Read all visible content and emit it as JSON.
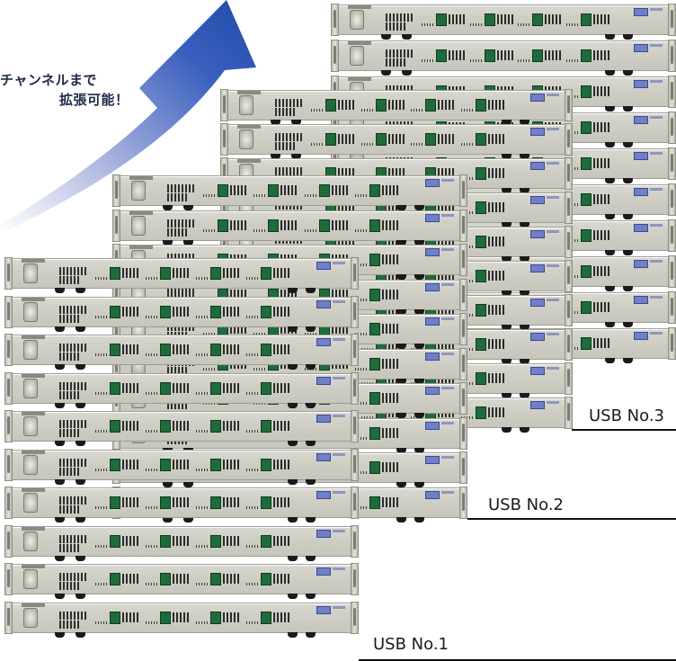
{
  "caption": {
    "line1": "チャンネルまで",
    "line2": "拡張可能！"
  },
  "usb_labels": [
    "USB No.1",
    "USB No.2",
    "USB No.3"
  ],
  "colors": {
    "arrow_dark": "#1e4ba8",
    "arrow_light": "#e9ecf6",
    "device_body": "#cfcfc6",
    "text": "#1f2a4a"
  },
  "icons": [
    "expansion-arrow",
    "rack-mount-unit"
  ]
}
